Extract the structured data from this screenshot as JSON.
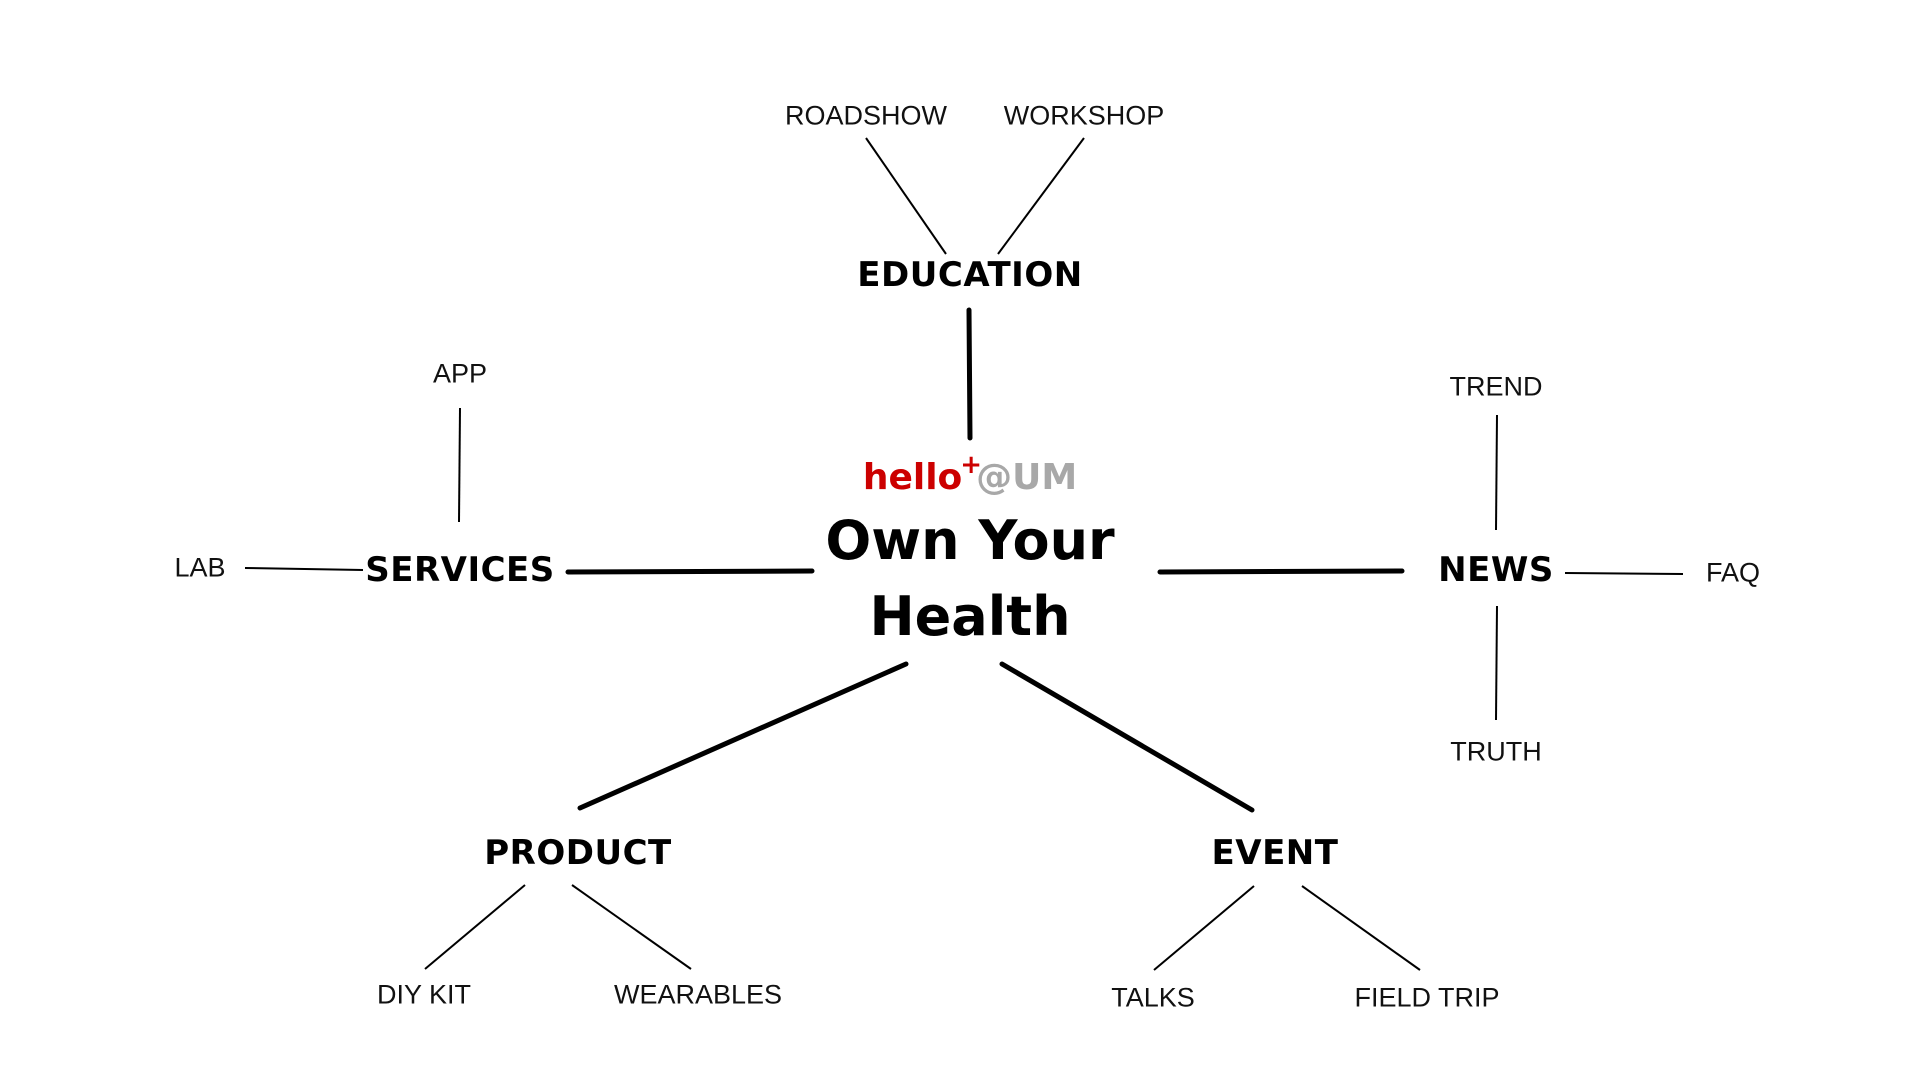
{
  "center": {
    "logo": {
      "hello": "hello",
      "plus": "+",
      "at_um": "@UM"
    },
    "title_line1": "Own Your",
    "title_line2": "Health"
  },
  "nodes": {
    "education": "EDUCATION",
    "services": "SERVICES",
    "news": "NEWS",
    "product": "PRODUCT",
    "event": "EVENT"
  },
  "leaves": {
    "roadshow": "ROADSHOW",
    "workshop": "WORKSHOP",
    "app": "APP",
    "lab": "LAB",
    "trend": "TREND",
    "faq": "FAQ",
    "truth": "TRUTH",
    "diy_kit": "DIY KIT",
    "wearables": "WEARABLES",
    "talks": "TALKS",
    "field_trip": "FIELD TRIP"
  },
  "colors": {
    "logo_red": "#cc0000",
    "logo_gray": "#a8a8a8",
    "lines": "#000000"
  }
}
